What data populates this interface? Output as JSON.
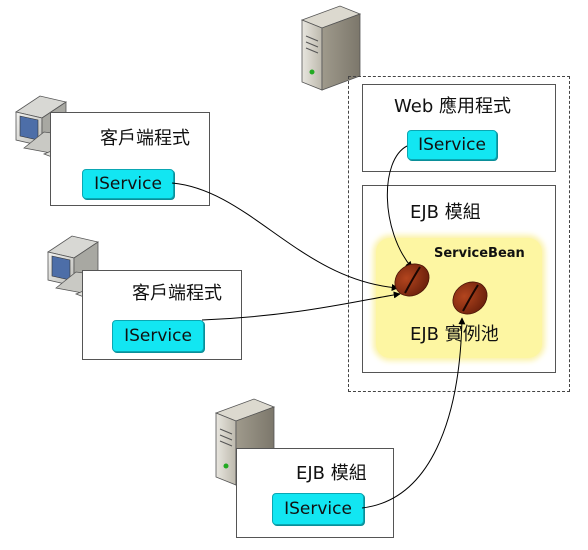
{
  "client1": {
    "label": "客戶端程式",
    "iface": "IService"
  },
  "client2": {
    "label": "客戶端程式",
    "iface": "IService"
  },
  "server": {
    "web_app": {
      "label": "Web 應用程式",
      "iface": "IService"
    },
    "ejb_module": {
      "label": "EJB 模組",
      "bean_name": "ServiceBean",
      "pool_label": "EJB 實例池"
    }
  },
  "remote_ejb": {
    "label": "EJB 模組",
    "iface": "IService"
  },
  "icons": [
    "computer-icon",
    "server-icon",
    "bean-icon"
  ],
  "colors": {
    "interface": "#12e6f2",
    "pool": "#fdf6a2",
    "bean": "#8b2e12"
  }
}
